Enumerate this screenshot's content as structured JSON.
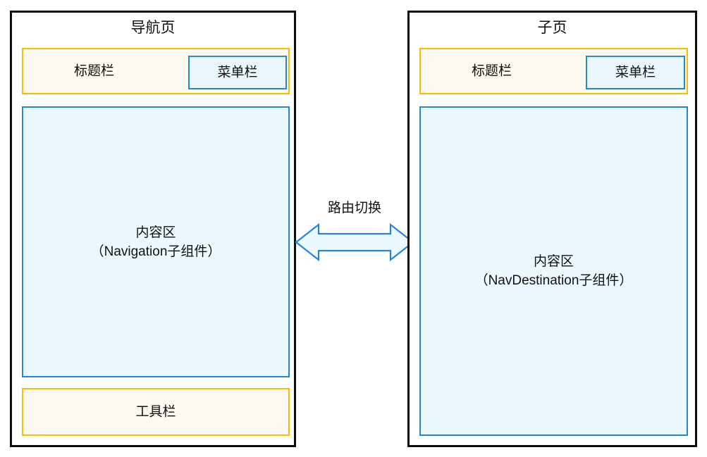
{
  "diagram": {
    "type": "ui-architecture-diagram",
    "colors": {
      "frame_border": "#0d0d0d",
      "amber_border": "#fabb00",
      "amber_fill": "#fdf9f0",
      "blue_border": "#2585d9",
      "blue_fill": "#ebf8fd",
      "menu_fill": "#eaf6fd",
      "page_background": "#ffffff",
      "text": "#101010"
    },
    "panels": [
      {
        "id": "navigation-page",
        "title": "导航页",
        "title_bar": {
          "label": "标题栏"
        },
        "menu_bar": {
          "label": "菜单栏"
        },
        "content": {
          "line1": "内容区",
          "line2": "（Navigation子组件）"
        },
        "toolbar": {
          "label": "工具栏"
        }
      },
      {
        "id": "child-page",
        "title": "子页",
        "title_bar": {
          "label": "标题栏"
        },
        "menu_bar": {
          "label": "菜单栏"
        },
        "content": {
          "line1": "内容区",
          "line2": "（NavDestination子组件）"
        }
      }
    ],
    "connector": {
      "label": "路由切换",
      "icon": "double-arrow-horizontal-icon",
      "direction": "bidirectional",
      "fill": "#ebf8fd",
      "stroke": "#2585d9"
    }
  }
}
